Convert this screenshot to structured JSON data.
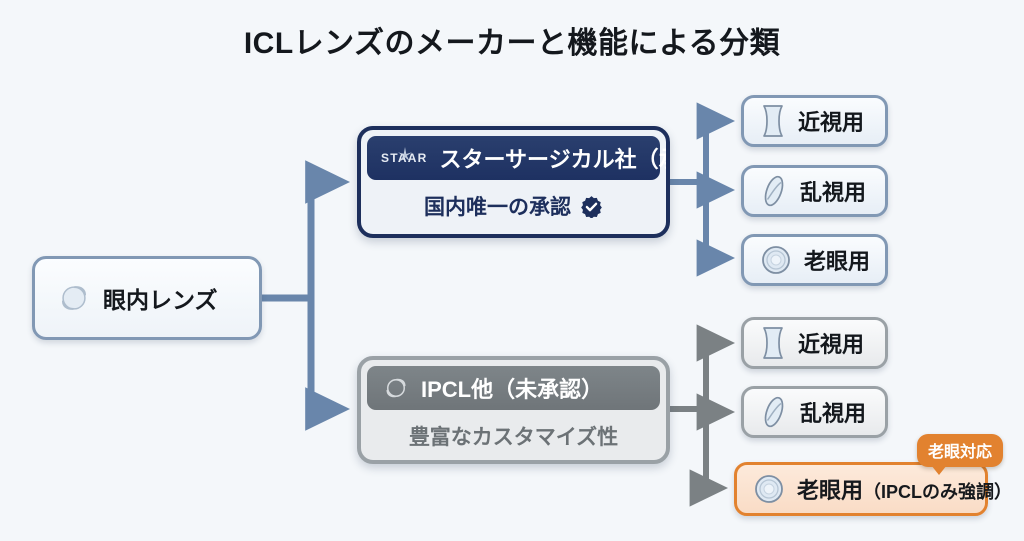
{
  "page": {
    "title": "ICLレンズのメーカーと機能による分類",
    "background_color": "#f4f7fa"
  },
  "colors": {
    "blue_border": "#8198b4",
    "navy": "#1d2f5c",
    "navy_header": "#25396a",
    "gray_border": "#9aa1a6",
    "gray_header": "#767c80",
    "accent_orange": "#e2822f",
    "accent_fill": "#fae0cb",
    "connector_blue": "#6986ab",
    "connector_gray": "#7b8184",
    "text_dark": "#14181d"
  },
  "root": {
    "label": "眼内レンズ",
    "icon": "lens-icon"
  },
  "branches": [
    {
      "id": "staar",
      "logo_text": "STAAR",
      "logo_icon": "staar-star-icon",
      "title": "スターサージカル社（承認）",
      "subtitle": "国内唯一の承認",
      "subtitle_icon": "verified-badge-icon",
      "leaves": [
        {
          "label": "近視用",
          "icon": "concave-lens-icon"
        },
        {
          "label": "乱視用",
          "icon": "toric-lens-icon"
        },
        {
          "label": "老眼用",
          "icon": "multifocal-lens-icon"
        }
      ]
    },
    {
      "id": "ipcl",
      "title": "IPCL他（未承認）",
      "title_icon": "lens-icon",
      "subtitle": "豊富なカスタマイズ性",
      "leaves": [
        {
          "label": "近視用",
          "icon": "concave-lens-icon"
        },
        {
          "label": "乱視用",
          "icon": "toric-lens-icon"
        },
        {
          "label": "老眼用",
          "label_suffix": "（IPCLのみ強調）",
          "icon": "multifocal-lens-icon",
          "badge": "老眼対応"
        }
      ]
    }
  ]
}
